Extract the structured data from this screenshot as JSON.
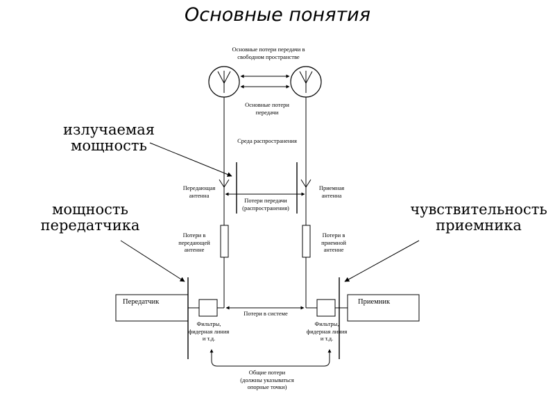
{
  "title": "Основные понятия",
  "callouts": {
    "radiated_power": [
      "излучаемая",
      "мощность"
    ],
    "transmitter_power": [
      "мощность",
      "передатчика"
    ],
    "receiver_sensitivity": [
      "чувствительность",
      "приемника"
    ]
  },
  "labels": {
    "free_space_loss": [
      "Основные потери передачи в",
      "свободном пространстве"
    ],
    "basic_loss": [
      "Основные потери",
      "передачи"
    ],
    "medium": "Среда распространения",
    "tx_antenna": [
      "Передающая",
      "антенна"
    ],
    "rx_antenna": [
      "Приемная",
      "антенна"
    ],
    "propagation_loss": [
      "Потери передачи",
      "(распространения)"
    ],
    "tx_antenna_loss": [
      "Потери в",
      "передающей",
      "антенне"
    ],
    "rx_antenna_loss": [
      "Потери в",
      "приемной",
      "антенне"
    ],
    "transmitter": "Передатчик",
    "receiver": "Приемник",
    "system_loss": "Потери в системе",
    "tx_filters": [
      "Фильтры,",
      "фидерная линия",
      "и т.д."
    ],
    "rx_filters": [
      "Фильтры,",
      "фидерная линия",
      "и т.д."
    ],
    "total_loss": [
      "Общие потери",
      "(должны указываться",
      "опорные точки)"
    ]
  }
}
